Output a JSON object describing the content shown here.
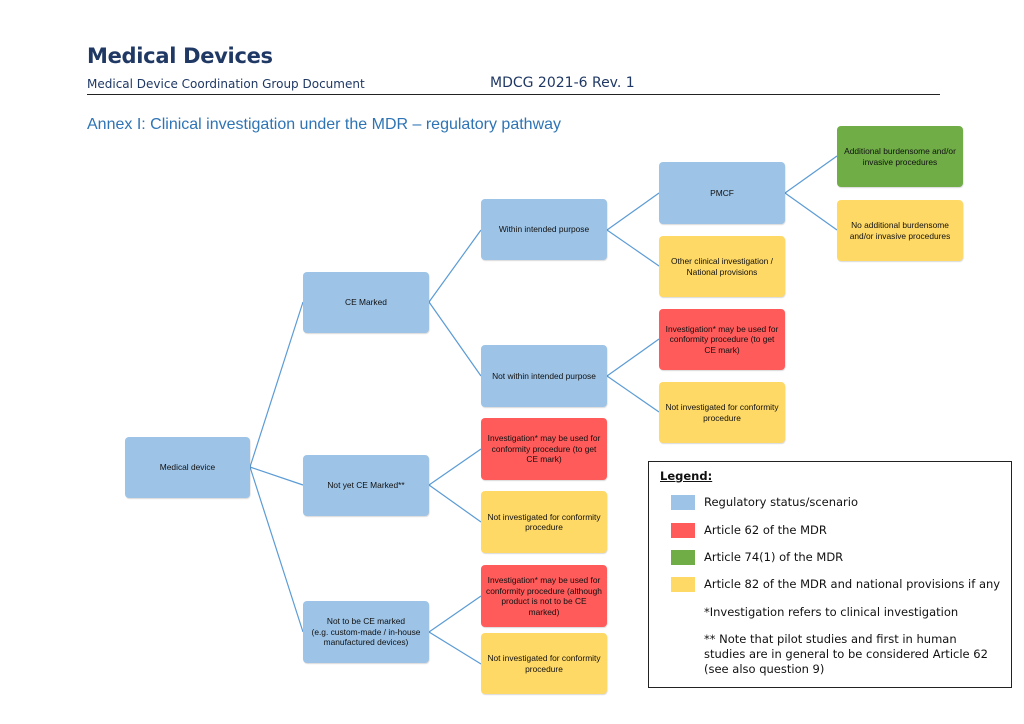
{
  "header": {
    "title": "Medical Devices",
    "subtitle": "Medical Device Coordination Group Document",
    "doc_id": "MDCG 2021-6 Rev. 1"
  },
  "annex_title": "Annex I: Clinical investigation under the MDR – regulatory pathway",
  "colors": {
    "regulatory": "#9dc3e6",
    "article62": "#ff5b5b",
    "article74": "#70ad47",
    "article82": "#ffd966",
    "connector": "#5b9bd5"
  },
  "nodes": {
    "medical_device": "Medical device",
    "ce_marked": "CE Marked",
    "not_yet_ce": "Not yet CE Marked**",
    "not_to_be_ce": "Not to be CE marked\n(e.g. custom-made / in-house manufactured devices)",
    "within_purpose": "Within intended purpose",
    "not_within_purpose": "Not within intended purpose",
    "pmcf": "PMCF",
    "other_ci": "Other clinical investigation / National provisions",
    "additional_burdensome": "Additional burdensome and/or invasive procedures",
    "no_additional_burdensome": "No additional burdensome and/or invasive procedures",
    "nwp_investigation": "Investigation* may be used for conformity procedure (to get CE mark)",
    "nwp_not_investigated": "Not investigated for conformity procedure",
    "nyce_investigation": "Investigation* may be used for conformity procedure (to get CE mark)",
    "nyce_not_investigated": "Not investigated for conformity procedure",
    "ntbce_investigation": "Investigation* may be used for conformity procedure (although product is not to be CE marked)",
    "ntbce_not_investigated": "Not investigated for conformity procedure"
  },
  "legend": {
    "title": "Legend:",
    "items": [
      {
        "color": "#9dc3e6",
        "label": "Regulatory status/scenario"
      },
      {
        "color": "#ff5b5b",
        "label": "Article 62 of the MDR"
      },
      {
        "color": "#70ad47",
        "label": "Article 74(1) of the MDR"
      },
      {
        "color": "#ffd966",
        "label": "Article 82 of the MDR and national provisions if any"
      }
    ],
    "note1": "*Investigation refers to clinical investigation",
    "note2": "** Note that pilot studies and first in human studies are in general to be considered Article 62 (see also question 9)"
  }
}
